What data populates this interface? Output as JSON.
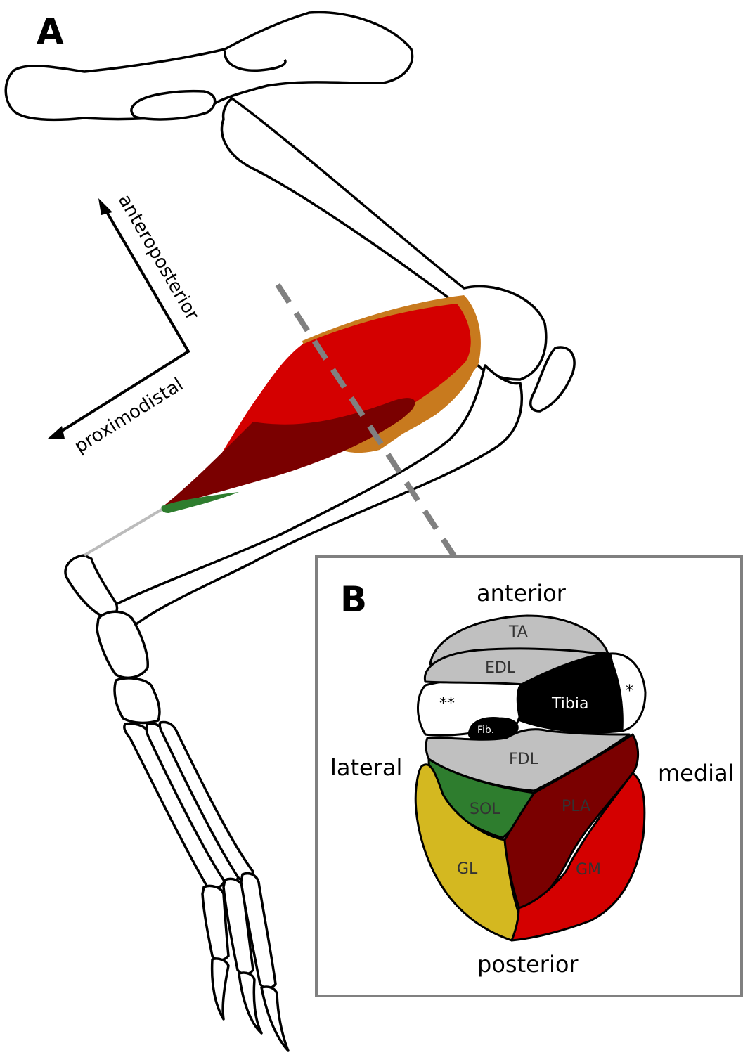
{
  "panel_a": {
    "letter": "A",
    "axis_anteroposterior": "anteroposterior",
    "axis_proximodistal": "proximodistal"
  },
  "panel_b": {
    "letter": "B",
    "orientation": {
      "anterior": "anterior",
      "posterior": "posterior",
      "lateral": "lateral",
      "medial": "medial"
    },
    "muscles": {
      "ta": "TA",
      "edl": "EDL",
      "tibia": "Tibia",
      "fibula": "Fib.",
      "fdl": "FDL",
      "sol": "SOL",
      "pla": "PLA",
      "gl": "GL",
      "gm": "GM",
      "single_asterisk": "*",
      "double_asterisk": "**"
    }
  },
  "colors": {
    "gastrocnemius_medial_red": "#d40000",
    "plantaris_dark_red": "#7a0000",
    "soleus_green": "#2e7d2e",
    "gastrocnemius_lateral_yellow": "#d4b820",
    "aponeurosis_orange": "#c87a1e",
    "deep_muscle_gray": "#c0c0c0",
    "bone_black": "#000000",
    "section_line_gray": "#808080"
  }
}
